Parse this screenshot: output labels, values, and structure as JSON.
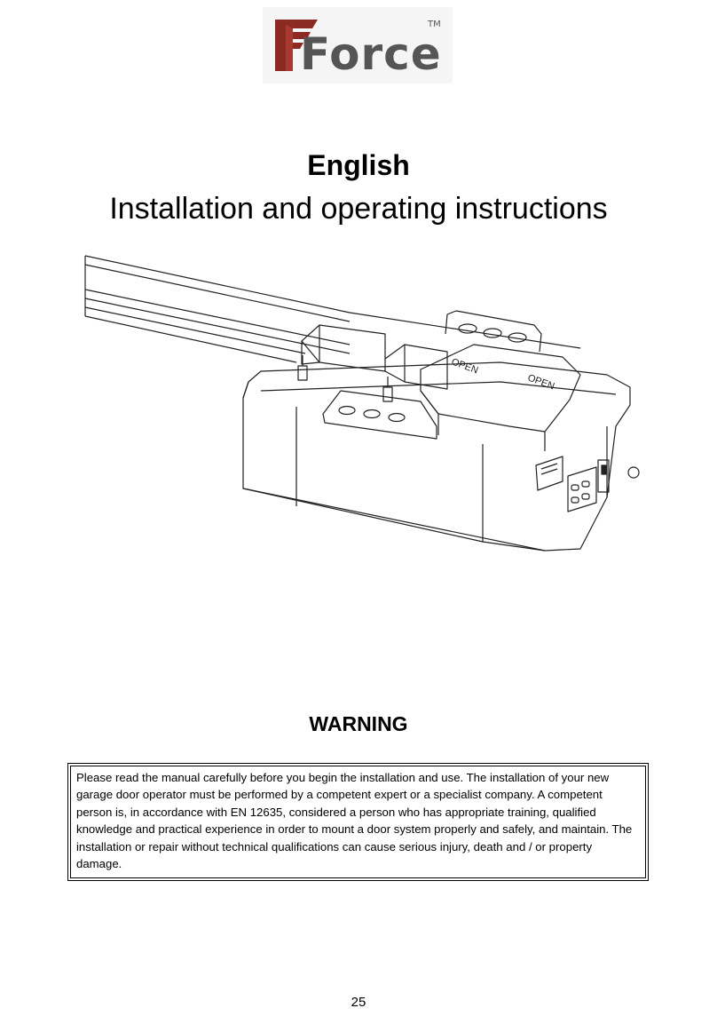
{
  "logo": {
    "text": "Force",
    "trademark": "TM",
    "brand_red": "#8b2a23",
    "text_gray": "#555555"
  },
  "language": "English",
  "title": "Installation and operating instructions",
  "illustration": {
    "label_top": "OPEN",
    "label_front": "OPEN"
  },
  "warning": {
    "heading": "WARNING",
    "body": "Please read the manual carefully before you begin the installation and use. The installation of your new garage door operator must be performed by a competent expert or a specialist company. A competent person is, in accordance with EN 12635, considered a person who has appropriate training, qualified knowledge and practical experience in order to mount a door system properly and safely, and maintain. The installation or repair without technical qualifications can cause serious injury, death and / or property damage."
  },
  "page_number": "25"
}
